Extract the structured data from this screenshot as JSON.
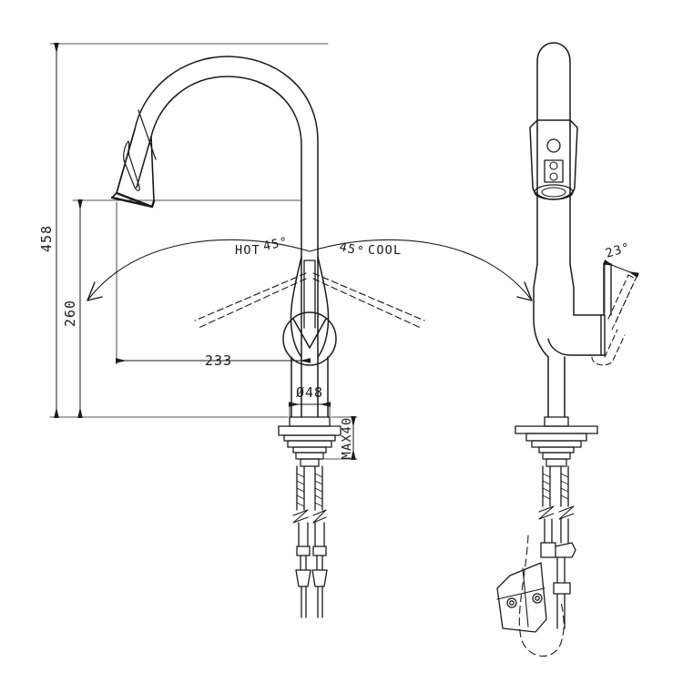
{
  "drawing": {
    "type": "technical-dimension-drawing",
    "subject": "pull-down kitchen faucet",
    "units": "mm",
    "background_color": "#ffffff",
    "line_color": "#1a1a1a",
    "views": [
      {
        "id": "front",
        "label": ""
      },
      {
        "id": "side",
        "label": ""
      }
    ]
  },
  "dimensions": {
    "overall_height": "458",
    "spout_height": "260",
    "spout_reach": "233",
    "base_diameter": "Ø48",
    "max_deck_thickness": "MAX40",
    "hot_angle": "HOT 45°",
    "cool_angle": "45° COOL",
    "handle_lift_angle": "23°"
  },
  "annotations": {
    "hot_label": "HOT",
    "hot_value": "45°",
    "cool_value": "45°",
    "cool_label": "COOL",
    "side_angle_value": "23°",
    "height_458": "458",
    "height_260": "260",
    "reach_233": "233",
    "diameter_48": "Ø48",
    "max_40": "MAX40"
  }
}
